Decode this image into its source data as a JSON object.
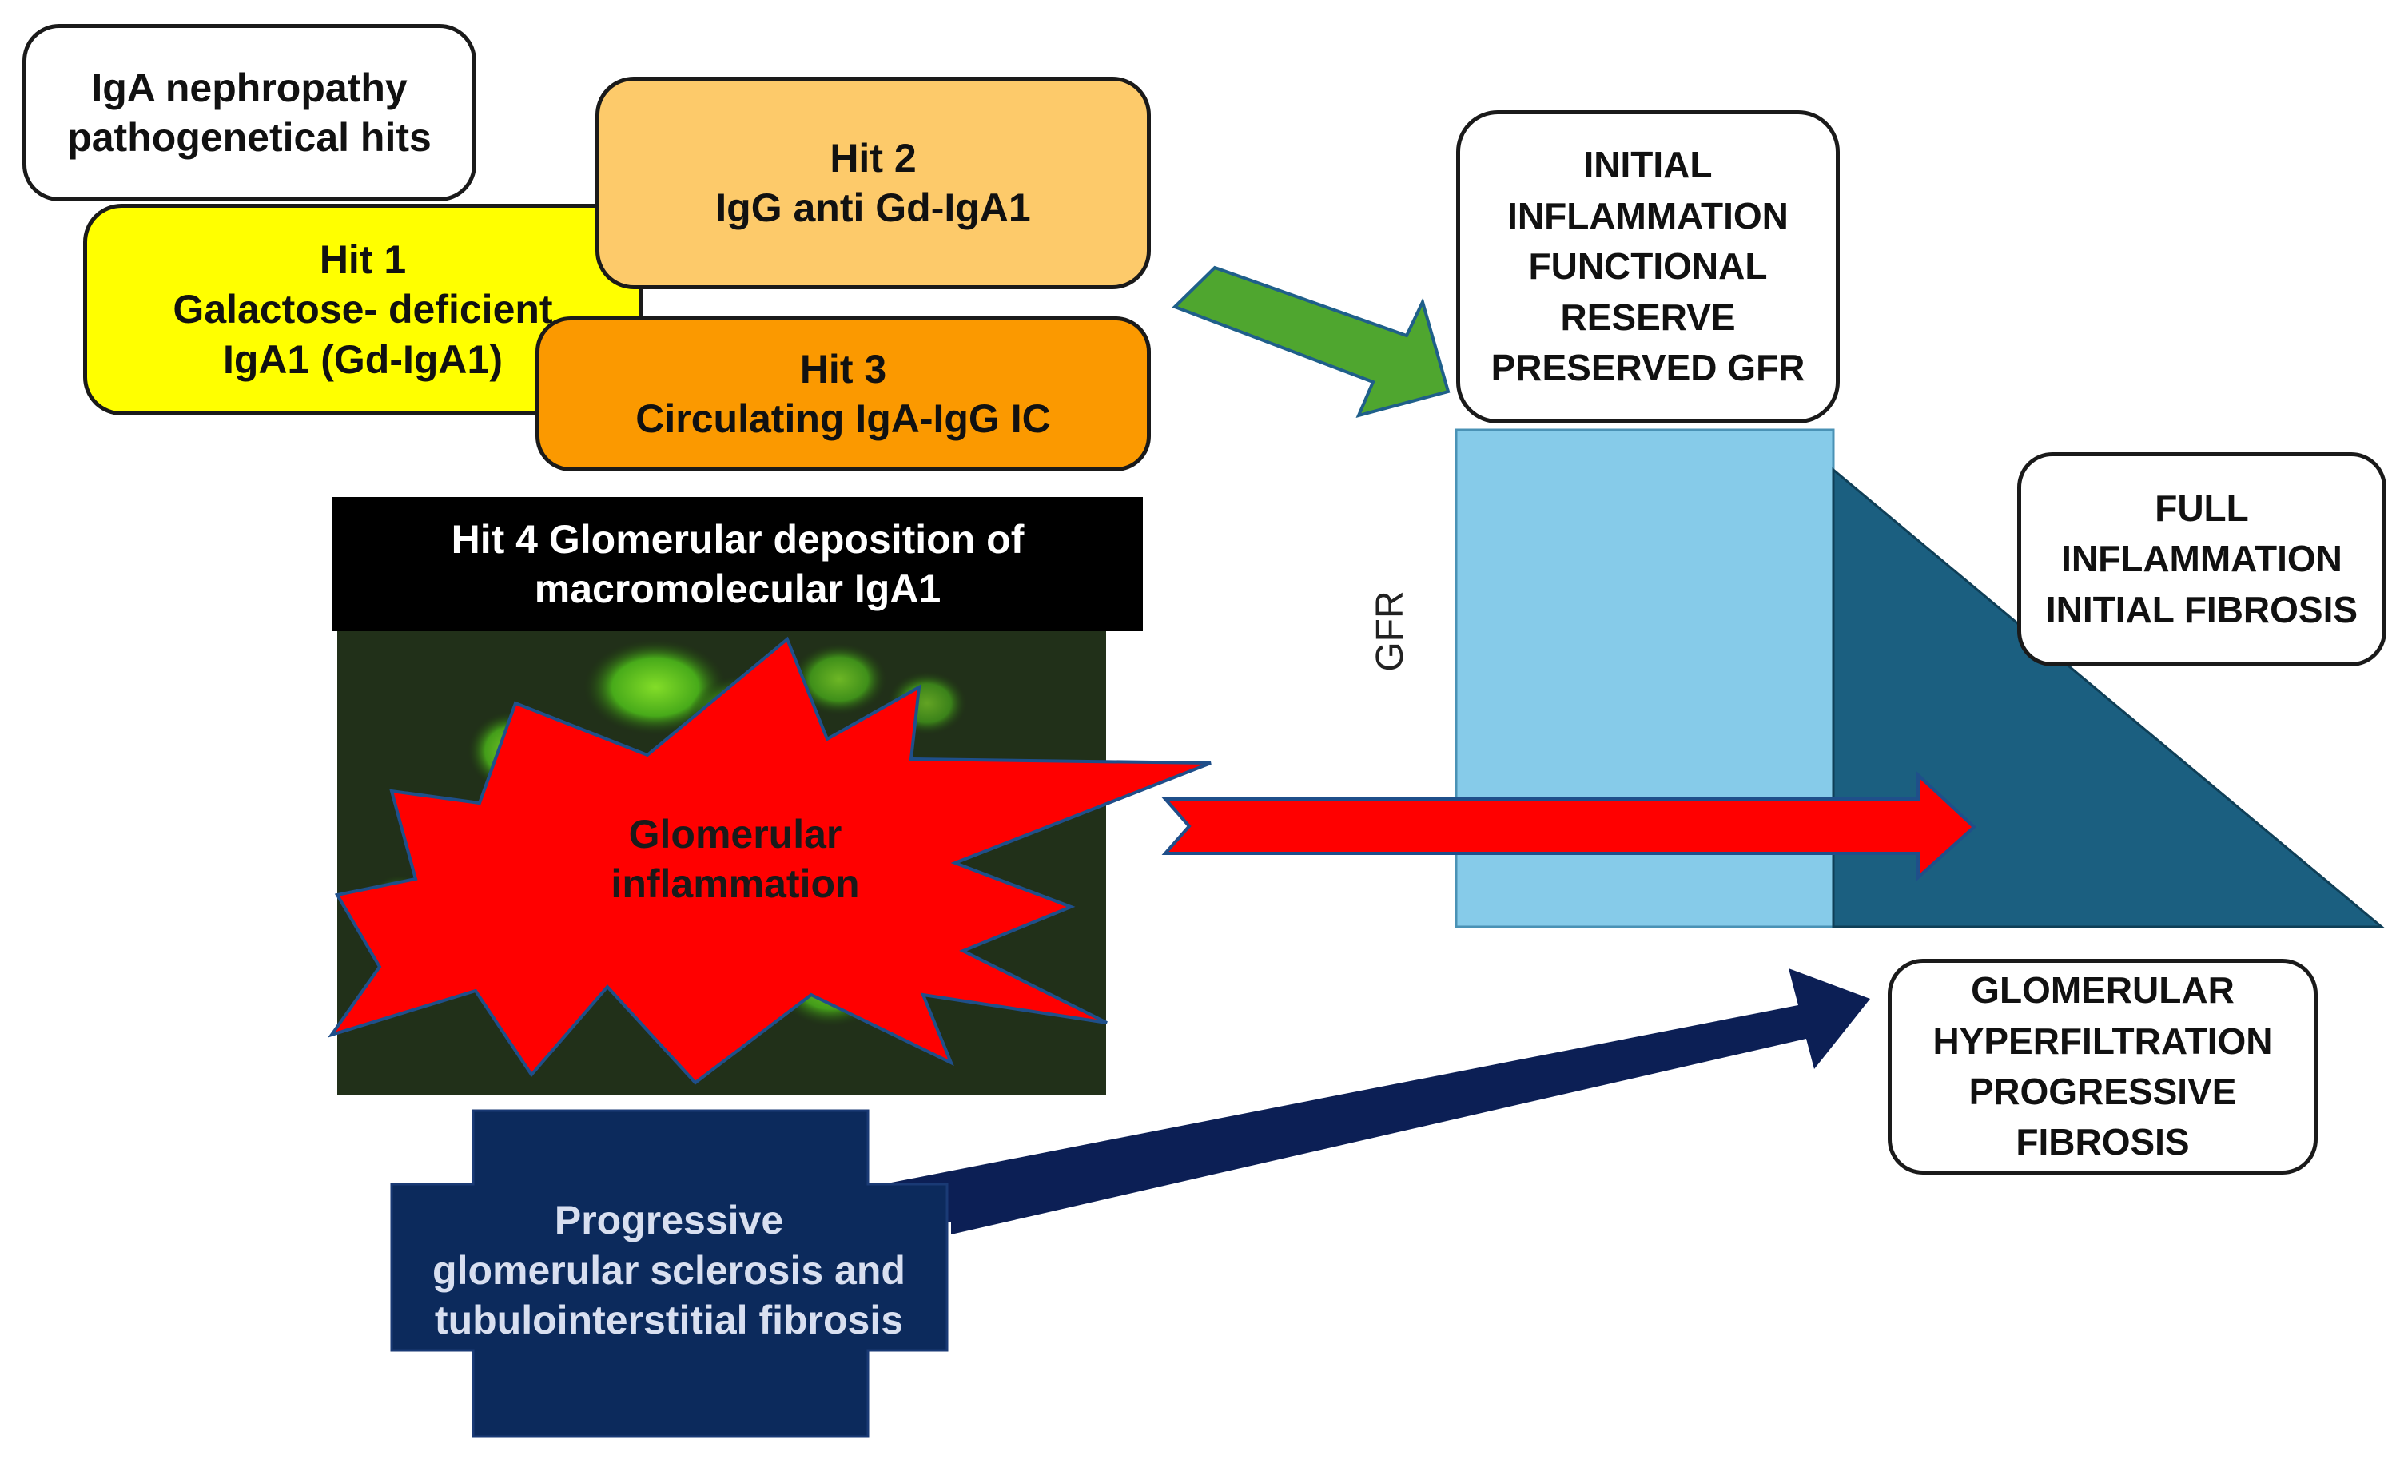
{
  "title_box": {
    "lines": [
      "IgA nephropathy",
      "pathogenetical hits"
    ]
  },
  "hits": {
    "hit1": {
      "lines": [
        "Hit 1",
        "Galactose- deficient",
        "IgA1 (Gd-IgA1)"
      ],
      "color": "#ffff00"
    },
    "hit2": {
      "lines": [
        "Hit 2",
        "IgG anti Gd-IgA1"
      ],
      "color": "#fdca6a"
    },
    "hit3": {
      "lines": [
        "Hit 3",
        "Circulating IgA-IgG IC"
      ],
      "color": "#fb9900"
    },
    "hit4": {
      "lines": [
        "Hit 4 Glomerular deposition of",
        "macromolecular IgA1"
      ]
    }
  },
  "inflammation": {
    "lines": [
      "Glomerular",
      "inflammation"
    ],
    "color": "#ff0000"
  },
  "progressive": {
    "lines": [
      "Progressive",
      "glomerular sclerosis and",
      "tubulointerstitial fibrosis"
    ],
    "color": "#0b2457"
  },
  "gfr_axis_label": "GFR",
  "stages": {
    "initial": {
      "lines": [
        "INITIAL",
        "INFLAMMATION",
        "FUNCTIONAL",
        "RESERVE",
        "PRESERVED GFR"
      ]
    },
    "full": {
      "lines": [
        "FULL",
        "INFLAMMATION",
        "INITIAL FIBROSIS"
      ]
    },
    "hyper": {
      "lines": [
        "GLOMERULAR",
        "HYPERFILTRATION",
        "PROGRESSIVE",
        "FIBROSIS"
      ]
    }
  },
  "colors": {
    "gfr_light": "#86cbe9",
    "gfr_dark": "#1b5f80",
    "arrow_green": "#4fa62f",
    "arrow_red": "#ff0000",
    "arrow_navy": "#0c1f55"
  }
}
